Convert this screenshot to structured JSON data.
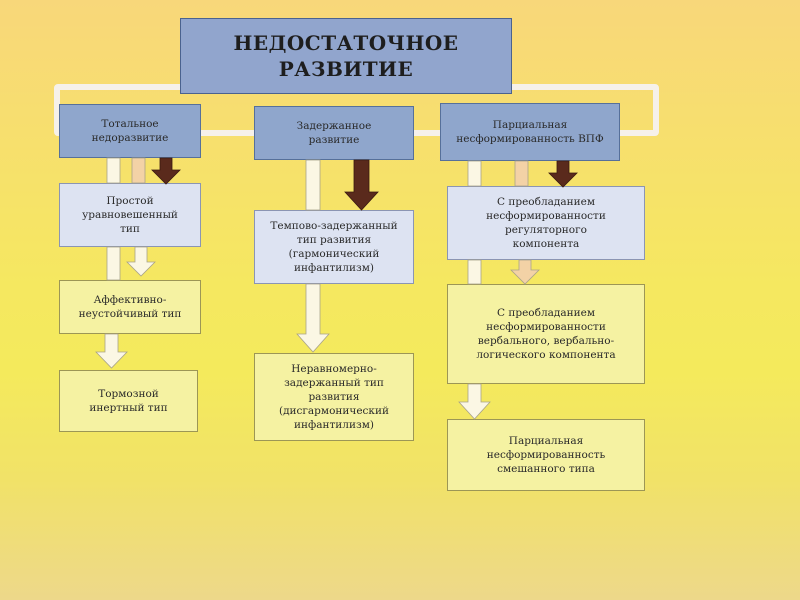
{
  "title": "НЕДОСТАТОЧНОЕ\nРАЗВИТИЕ",
  "columns": [
    {
      "header": "Тотальное\nнедоразвитие",
      "items": [
        "Простой\nуравновешенный\nтип",
        "Аффективно-\nнеустойчивый тип",
        "Тормозной\nинертный тип"
      ]
    },
    {
      "header": "Задержанное\nразвитие",
      "items": [
        "Темпово-задержанный\nтип развития\n(гармонический\nинфантилизм)",
        "Неравномерно-\nзадержанный тип\nразвития\n(дисгармонический\nинфантилизм)"
      ]
    },
    {
      "header": "Парциальная\nнесформированность ВПФ",
      "items": [
        "С преобладанием\nнесформированности\nрегуляторного\nкомпонента",
        "С преобладанием\nнесформированности\nвербального, вербально-\nлогического компонента",
        "Парциальная\nнесформированность\nсмешанного типа"
      ]
    }
  ]
}
